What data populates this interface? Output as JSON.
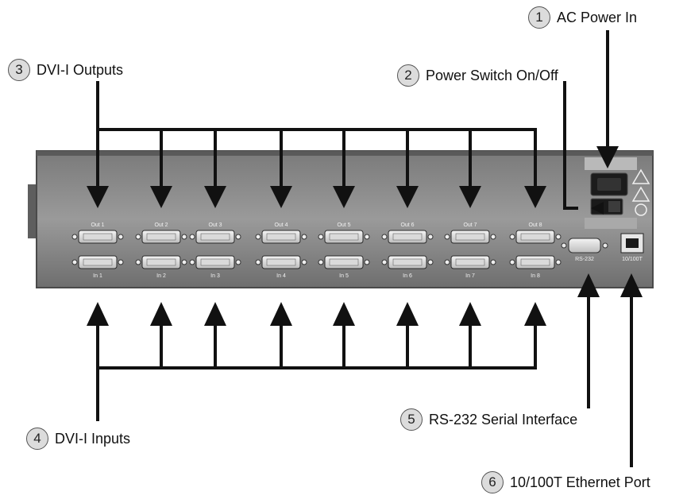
{
  "callouts": [
    {
      "number": "1",
      "label": "AC Power In"
    },
    {
      "number": "2",
      "label": "Power Switch On/Off"
    },
    {
      "number": "3",
      "label": "DVI-I Outputs"
    },
    {
      "number": "4",
      "label": "DVI-I Inputs"
    },
    {
      "number": "5",
      "label": "RS-232 Serial Interface"
    },
    {
      "number": "6",
      "label": "10/100T Ethernet Port"
    }
  ],
  "ports": {
    "out_labels": [
      "Out 1",
      "Out 2",
      "Out 3",
      "Out 4",
      "Out 5",
      "Out 6",
      "Out 7",
      "Out 8"
    ],
    "in_labels": [
      "In 1",
      "In 2",
      "In 3",
      "In 4",
      "In 5",
      "In 6",
      "In 7",
      "In 8"
    ],
    "rs232_label": "RS-232",
    "ethernet_label": "10/100T"
  }
}
